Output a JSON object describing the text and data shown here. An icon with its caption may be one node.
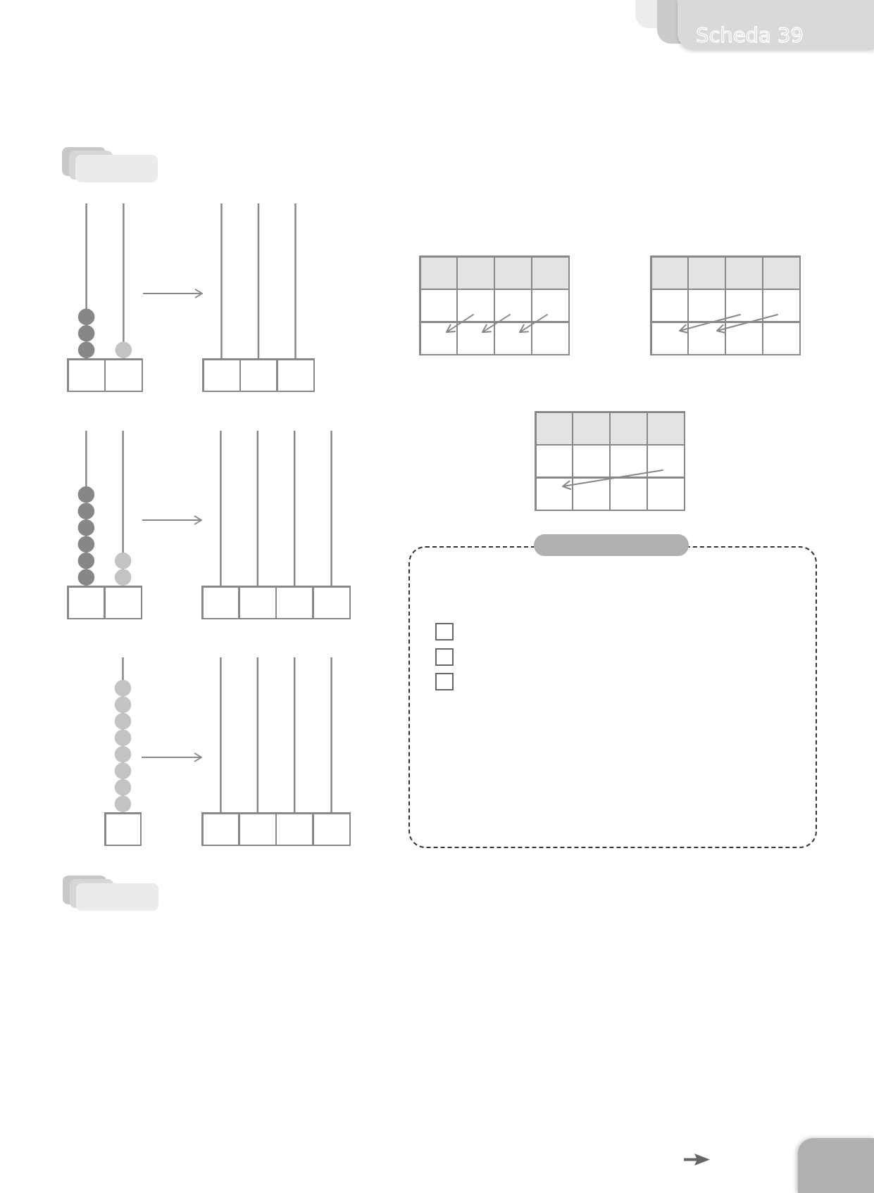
{
  "diagram": {
    "nodes": [
      {
        "text": [],
        "shape": "picture"
      },
      {
        "text": [],
        "shape": "picture"
      },
      {
        "text": [],
        "shape": "picture"
      },
      {
        "text": [],
        "shape": "picture"
      },
      {
        "text": [],
        "shape": "picture"
      },
      {
        "text": [],
        "shape": "picture"
      },
      {
        "text": [],
        "shape": "bar"
      }
    ],
    "edges": [
      {
        "from": 0,
        "to": 1,
        "arrow": "to"
      },
      {
        "from": 2,
        "to": 3,
        "arrow": "to"
      },
      {
        "from": 4,
        "to": 5,
        "arrow": "to"
      }
    ],
    "labels": [
      "Scheda 39"
    ]
  }
}
